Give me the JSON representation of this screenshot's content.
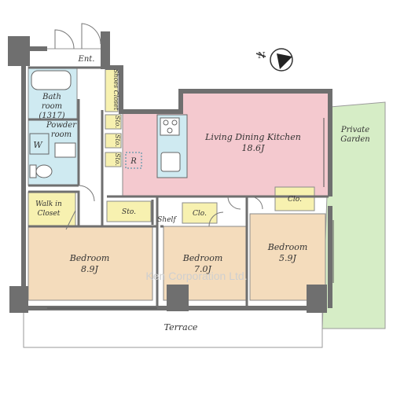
{
  "colors": {
    "wall": "#6f6f6f",
    "ldk": "#f4c9cf",
    "wet": "#cfeaf1",
    "bedroom": "#f4dcbc",
    "storage": "#f7f1b0",
    "garden": "#d6edc6",
    "terrace": "#ffffff"
  },
  "labels": {
    "entrance": "Ent.",
    "shoes_closet": "Shoes Closet",
    "bath_line1": "Bath",
    "bath_line2": "room",
    "bath_size": "(1317)",
    "powder_line1": "Powder",
    "powder_line2": "room",
    "washer": "W",
    "storage_1": "Sto.",
    "storage_2": "Sto.",
    "storage_3": "Sto.",
    "fridge": "R",
    "ldk_name": "Living Dining Kitchen",
    "ldk_size": "18.6J",
    "garden_line1": "Private",
    "garden_line2": "Garden",
    "walkin_line1": "Walk in",
    "walkin_line2": "Closet",
    "hall_storage": "Sto.",
    "shelf": "Shelf",
    "closet_2": "Clo.",
    "closet_3": "Clo.",
    "bed1_name": "Bedroom",
    "bed1_size": "8.9J",
    "bed2_name": "Bedroom",
    "bed2_size": "7.0J",
    "bed3_name": "Bedroom",
    "bed3_size": "5.9J",
    "terrace": "Terrace",
    "watermark": "Ken Corporation Ltd."
  },
  "icons": {
    "compass": "north-arrow-icon"
  }
}
